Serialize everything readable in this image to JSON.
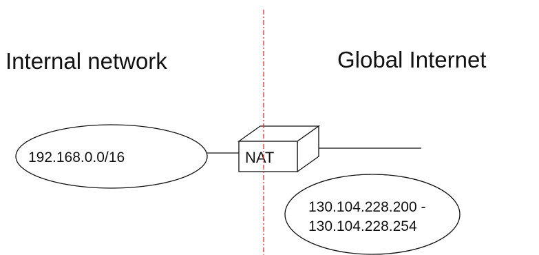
{
  "regions": {
    "internal_label": "Internal network",
    "global_label": "Global Internet"
  },
  "internal_network": {
    "address_range": "192.168.0.0/16"
  },
  "nat_device": {
    "label": "NAT"
  },
  "global_pool": {
    "range_start": "130.104.228.200 -",
    "range_end": "130.104.228.254"
  },
  "colors": {
    "divider": "#e0302e",
    "outline": "#111111",
    "background": "#ffffff"
  }
}
